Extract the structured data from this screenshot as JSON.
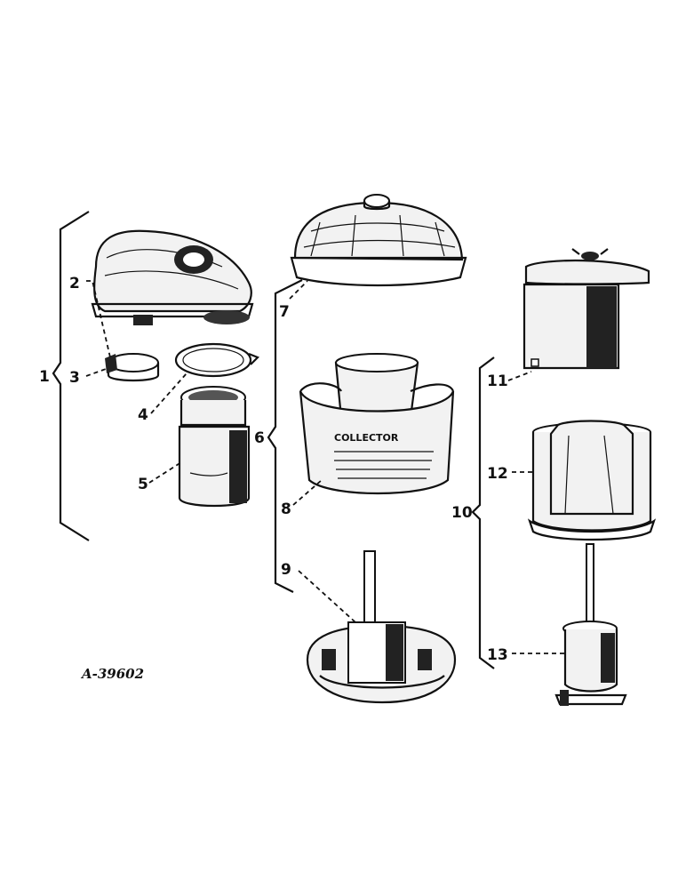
{
  "drawing": {
    "figure_ref": "A-39602",
    "callouts": {
      "c1": "1",
      "c2": "2",
      "c3": "3",
      "c4": "4",
      "c5": "5",
      "c6": "6",
      "c7": "7",
      "c8": "8",
      "c9": "9",
      "c10": "10",
      "c11": "11",
      "c12": "12",
      "c13": "13"
    },
    "label_text": {
      "bowl_label": "COLLECTOR"
    }
  }
}
